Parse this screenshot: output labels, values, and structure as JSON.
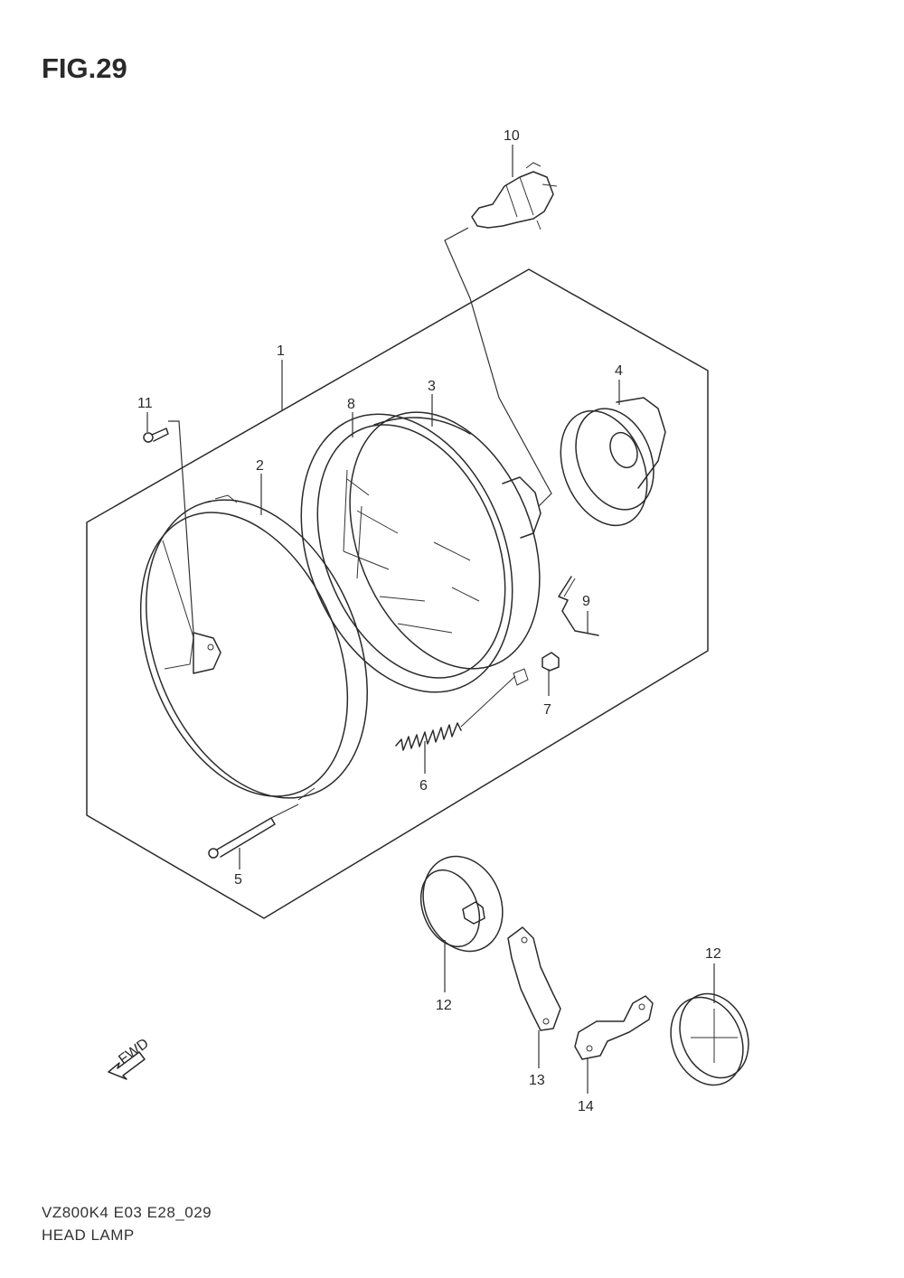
{
  "figure": {
    "title": "FIG.29",
    "model_code": "VZ800K4 E03 E28_029",
    "part_group": "HEAD LAMP"
  },
  "callouts": {
    "c1": "1",
    "c2": "2",
    "c3": "3",
    "c4": "4",
    "c5": "5",
    "c6": "6",
    "c7": "7",
    "c8": "8",
    "c9": "9",
    "c10": "10",
    "c11": "11",
    "c12a": "12",
    "c12b": "12",
    "c13": "13",
    "c14": "14"
  },
  "fwd_arrow": {
    "label": "FWD"
  },
  "colors": {
    "line": "#2b2b2b",
    "background": "#ffffff"
  }
}
